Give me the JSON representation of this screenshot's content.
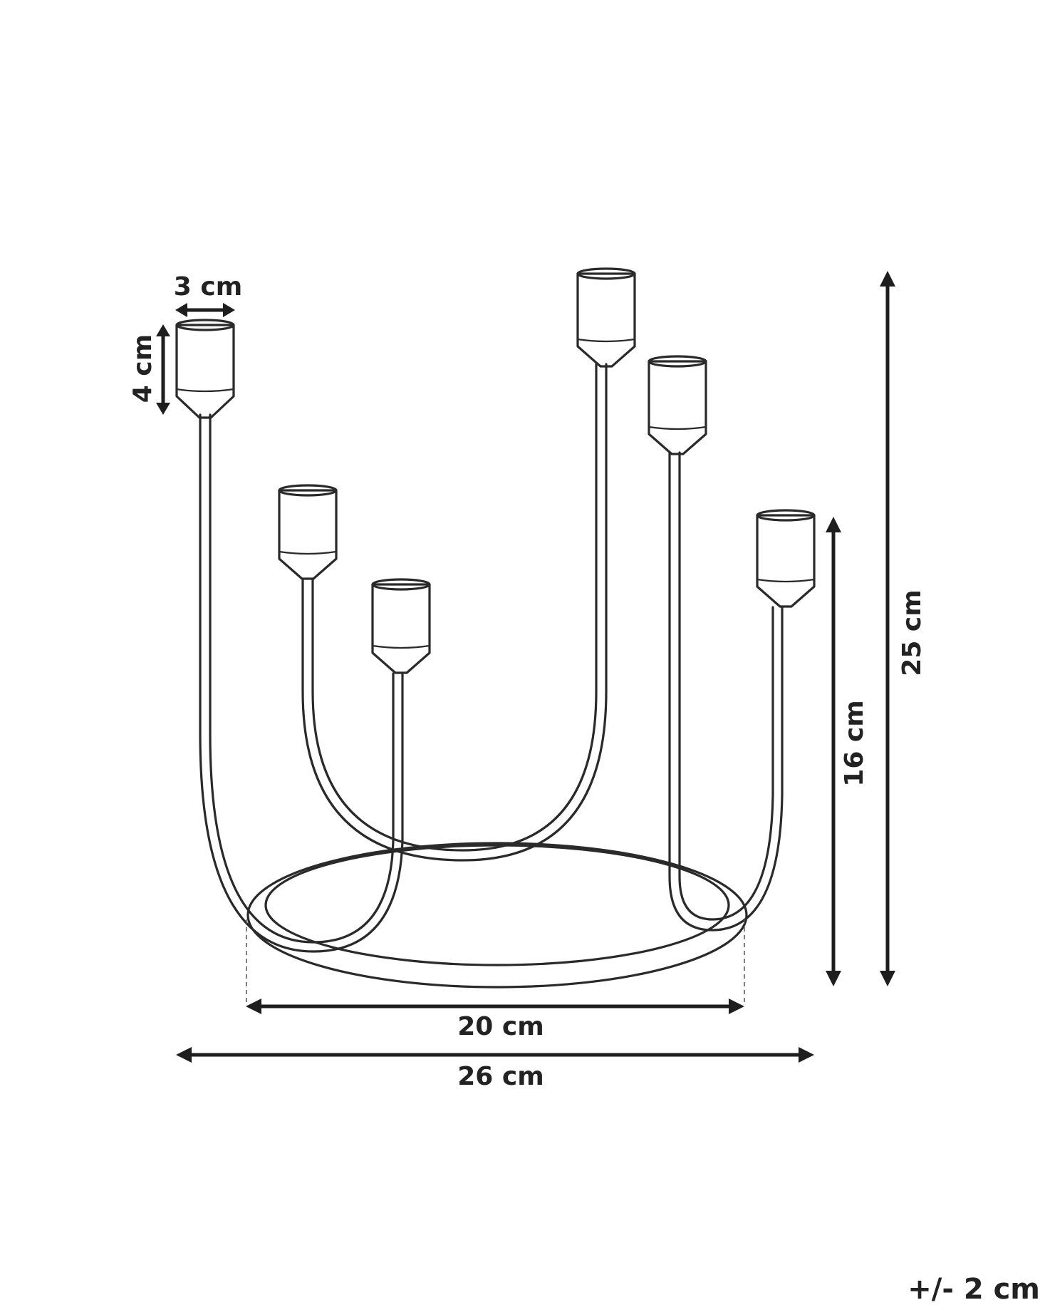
{
  "dimensions": {
    "cup_width": "3 cm",
    "cup_height": "4 cm",
    "total_height": "25 cm",
    "arm_height": "16 cm",
    "base_width": "20 cm",
    "total_width": "26 cm"
  },
  "tolerance": "+/- 2 cm"
}
